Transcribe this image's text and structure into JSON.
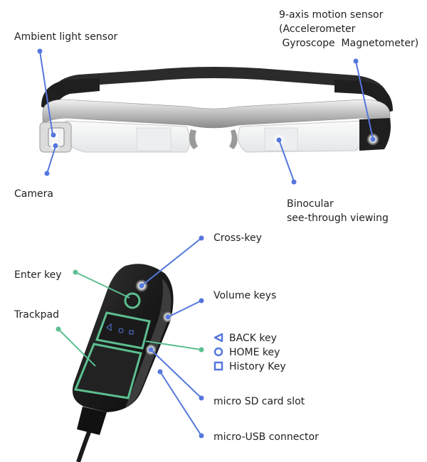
{
  "colors": {
    "blue_callout": "#5577dd",
    "green_callout": "#5cbf8f",
    "glow": "#ffffff"
  },
  "glasses": {
    "labels": {
      "ambient_light_sensor": "Ambient light sensor",
      "camera": "Camera",
      "motion_sensor": {
        "line1": "9-axis motion sensor",
        "line2": "(Accelerometer",
        "line3": " Gyroscope  Magnetometer)"
      },
      "binocular": {
        "line1": "Binocular",
        "line2": "see-through viewing"
      }
    }
  },
  "controller": {
    "labels": {
      "cross_key": "Cross-key",
      "enter_key": "Enter key",
      "volume_keys": "Volume keys",
      "trackpad": "Trackpad",
      "back_key": "BACK key",
      "home_key": "HOME key",
      "history_key": "History Key",
      "micro_sd": "micro SD card slot",
      "micro_usb": "micro-USB connector"
    },
    "key_icons": {
      "back": "triangle-left-icon",
      "home": "circle-icon",
      "history": "square-icon"
    }
  }
}
